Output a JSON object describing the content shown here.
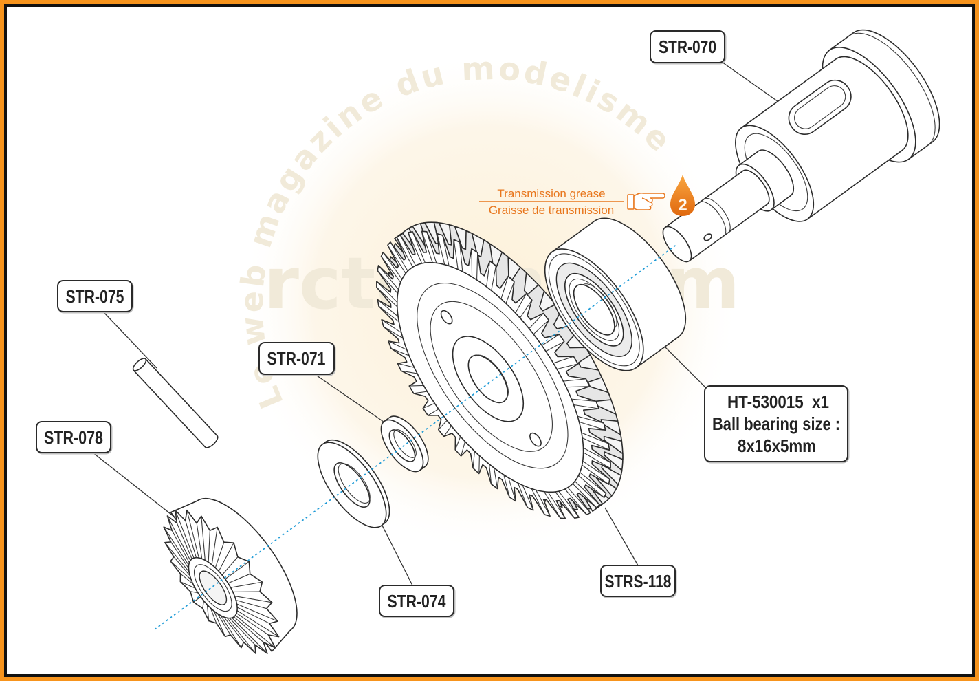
{
  "watermark": {
    "arc_text": "Le web magazine du modelisme",
    "site": "rcteam.com"
  },
  "callouts": {
    "str_070": "STR-070",
    "str_075": "STR-075",
    "str_071": "STR-071",
    "str_078": "STR-078",
    "strs_118": "STRS-118",
    "str_074": "STR-074",
    "bearing": {
      "line1": "HT-530015  x1",
      "line2": "Ball bearing size :",
      "line3": "8x16x5mm"
    }
  },
  "grease_note": {
    "en": "Transmission grease",
    "fr": "Graisse de transmission",
    "step": "2",
    "pointer_icon": "pointing-hand-icon",
    "drop_icon": "grease-drop-icon"
  },
  "colors": {
    "frame": "#F7941D",
    "accent": "#E8761C",
    "axis": "#1E9BD7",
    "ink": "#222222"
  }
}
